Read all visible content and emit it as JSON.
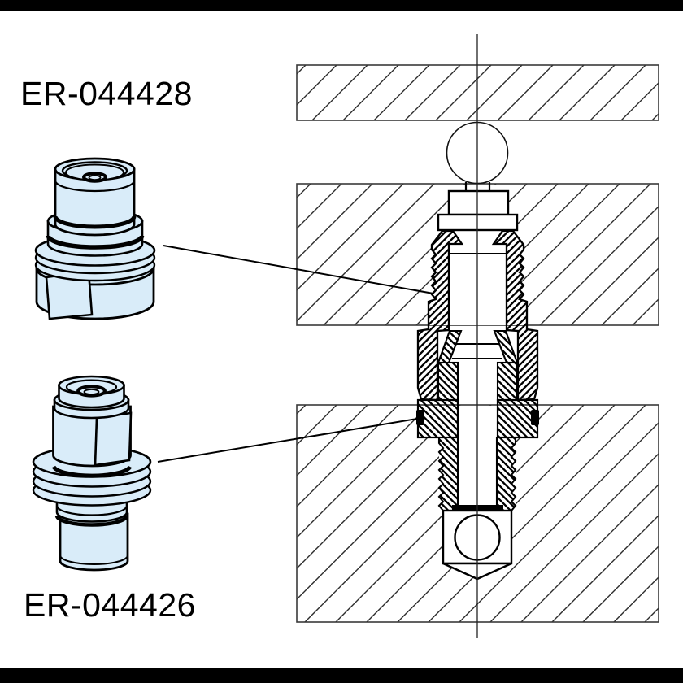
{
  "labels": {
    "part_upper": "ER-044428",
    "part_lower": "ER-044426"
  },
  "colors": {
    "part_fill": "#d9ecf9",
    "line": "#000000",
    "background": "#ffffff",
    "bar": "#000000"
  },
  "diagram": {
    "part_numbers": [
      "ER-044428",
      "ER-044426"
    ]
  }
}
